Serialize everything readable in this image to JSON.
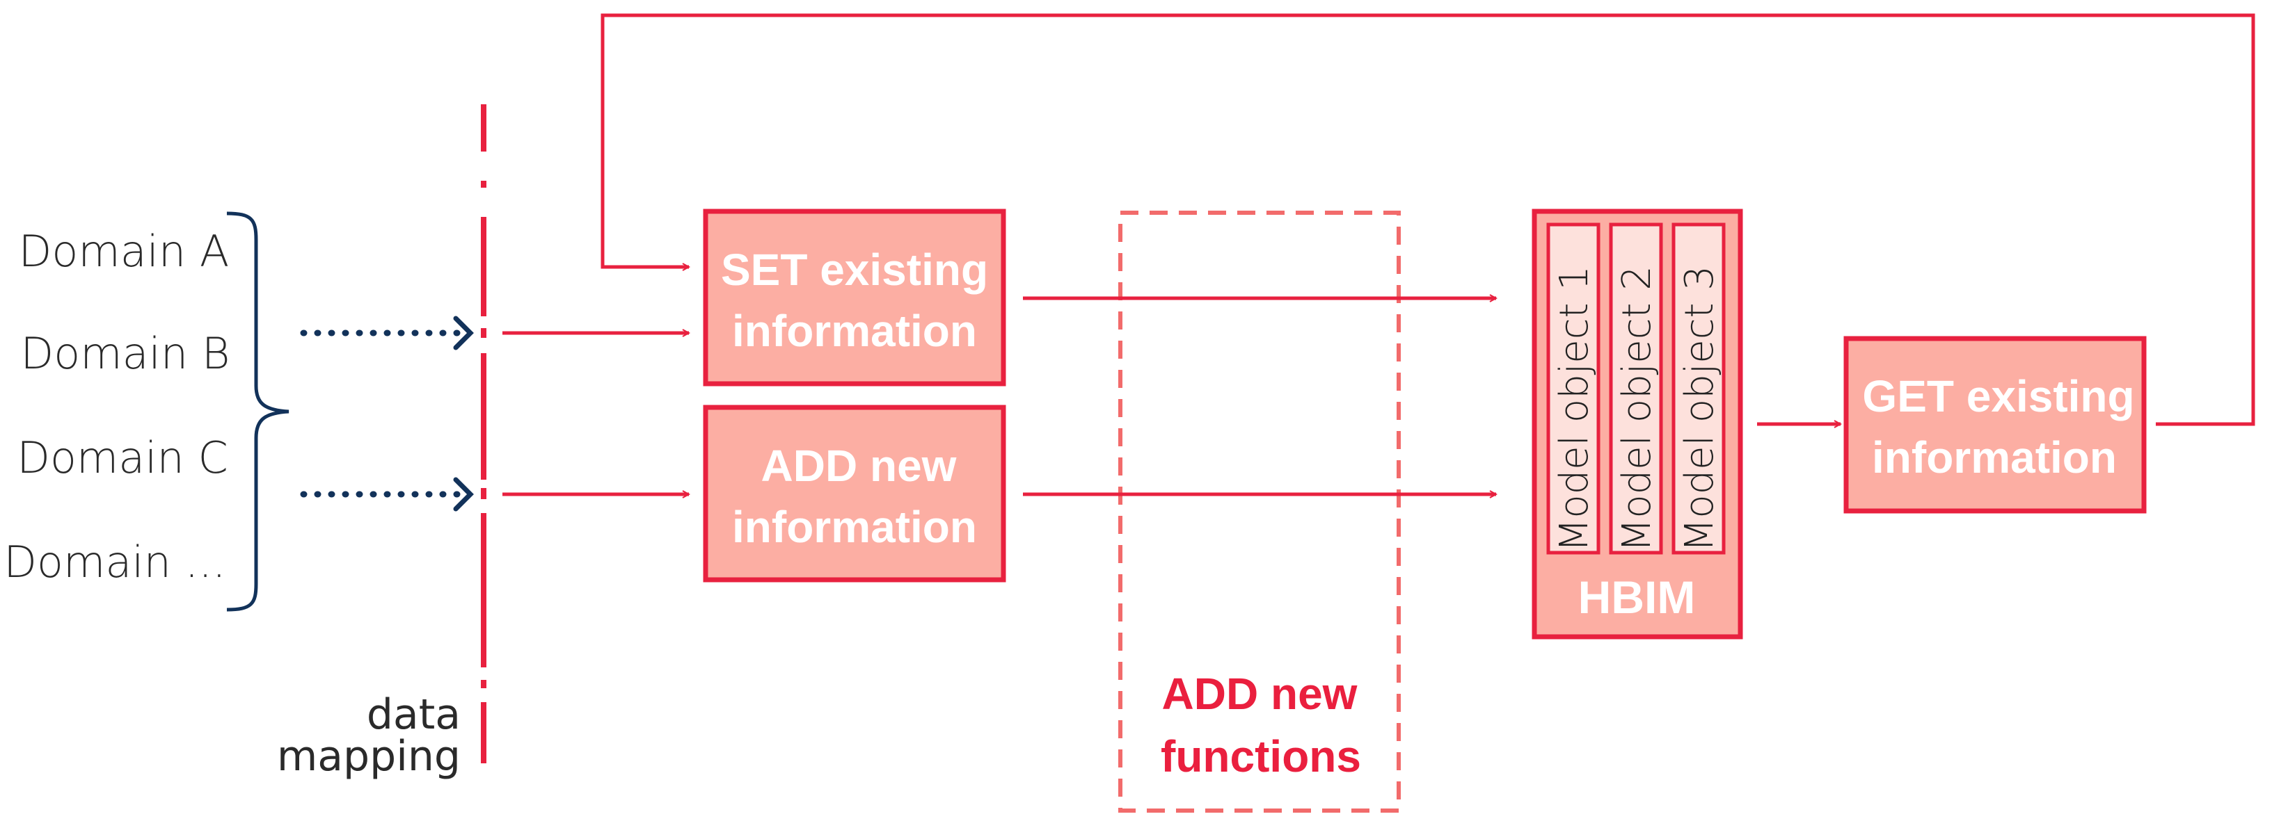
{
  "domains": [
    "Domain A",
    "Domain B",
    "Domain C",
    "Domain ..."
  ],
  "data_mapping": [
    "data",
    "mapping"
  ],
  "set_box": [
    "SET existing",
    "information"
  ],
  "add_box": [
    "ADD new",
    "information"
  ],
  "functions_box": [
    "ADD new",
    "functions"
  ],
  "hbim": {
    "label": "HBIM",
    "model_objects": [
      "Model object 1",
      "Model object 2",
      "Model object 3"
    ]
  },
  "get_box": [
    "GET existing",
    "information"
  ],
  "colors": {
    "accent": "#e8213f",
    "box_fill": "#fcaea3",
    "dashed": "#f26b6b",
    "navy": "#12325a"
  }
}
